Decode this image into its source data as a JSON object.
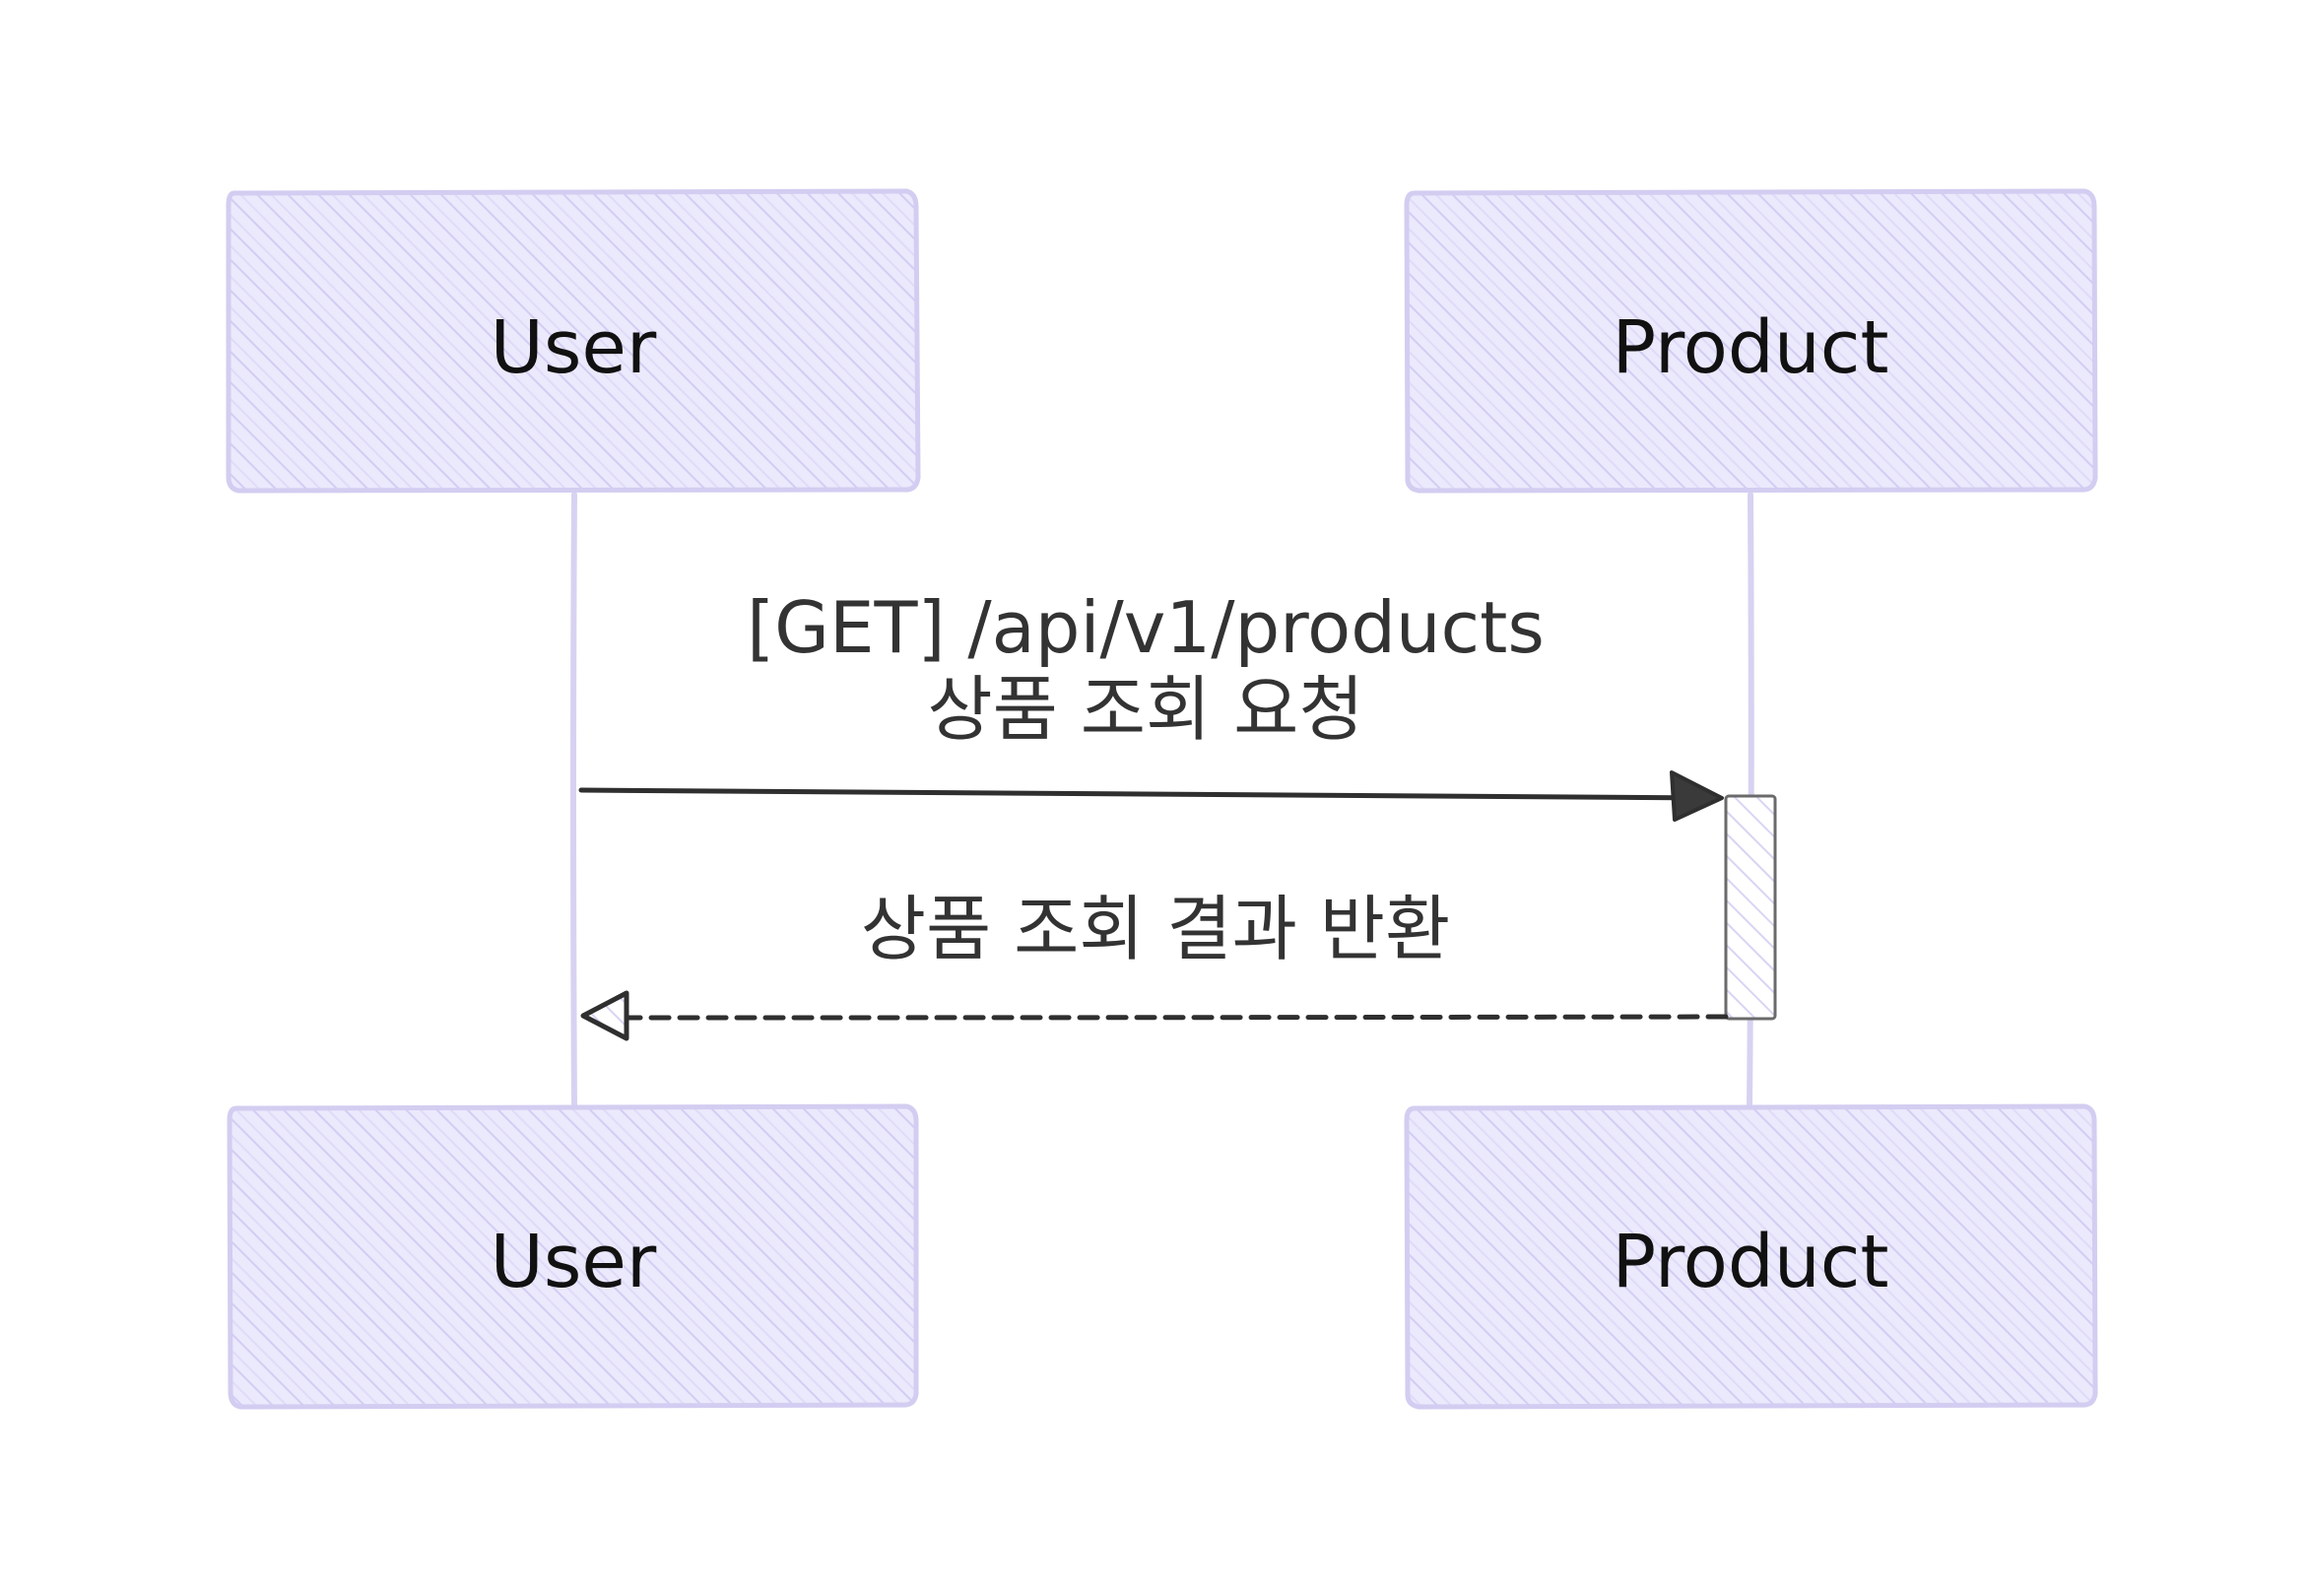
{
  "participants": {
    "user_top": "User",
    "product_top": "Product",
    "user_bottom": "User",
    "product_bottom": "Product"
  },
  "messages": {
    "request_line1": "[GET] /api/v1/products",
    "request_line2": "상품 조회 요청",
    "response": "상품 조회 결과 반환"
  },
  "colors": {
    "participant_fill": "#e8e6fb",
    "participant_stroke": "#d3cdf1",
    "hatch": "#cfcaf2",
    "lifeline": "#d8d2f2",
    "arrow": "#2f2f2f",
    "activation": "#6a6a6a"
  }
}
